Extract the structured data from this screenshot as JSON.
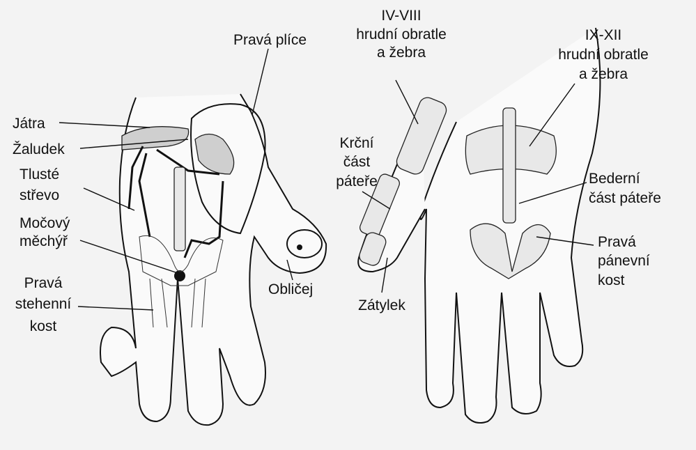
{
  "labels": {
    "jatra": "Játra",
    "zaludek": "Žaludek",
    "tluste_1": "Tlusté",
    "tluste_2": "střevo",
    "mocovy_1": "Močový",
    "mocovy_2": "měchýř",
    "stehenni_1": "Pravá",
    "stehenni_2": "stehenní",
    "stehenni_3": "kost",
    "plice": "Pravá plíce",
    "oblicej": "Obličej",
    "hrudni48_1": "IV-VIII",
    "hrudni48_2": "hrudní obratle",
    "hrudni48_3": "a žebra",
    "krcni_1": "Krční",
    "krcni_2": "část",
    "krcni_3": "páteře",
    "zatylek": "Zátylek",
    "hrudni912_1": "IX-XII",
    "hrudni912_2": "hrudní obratle",
    "hrudni912_3": "a žebra",
    "bederni_1": "Bederní",
    "bederni_2": "část páteře",
    "panevni_1": "Pravá",
    "panevni_2": "pánevní",
    "panevni_3": "kost"
  }
}
